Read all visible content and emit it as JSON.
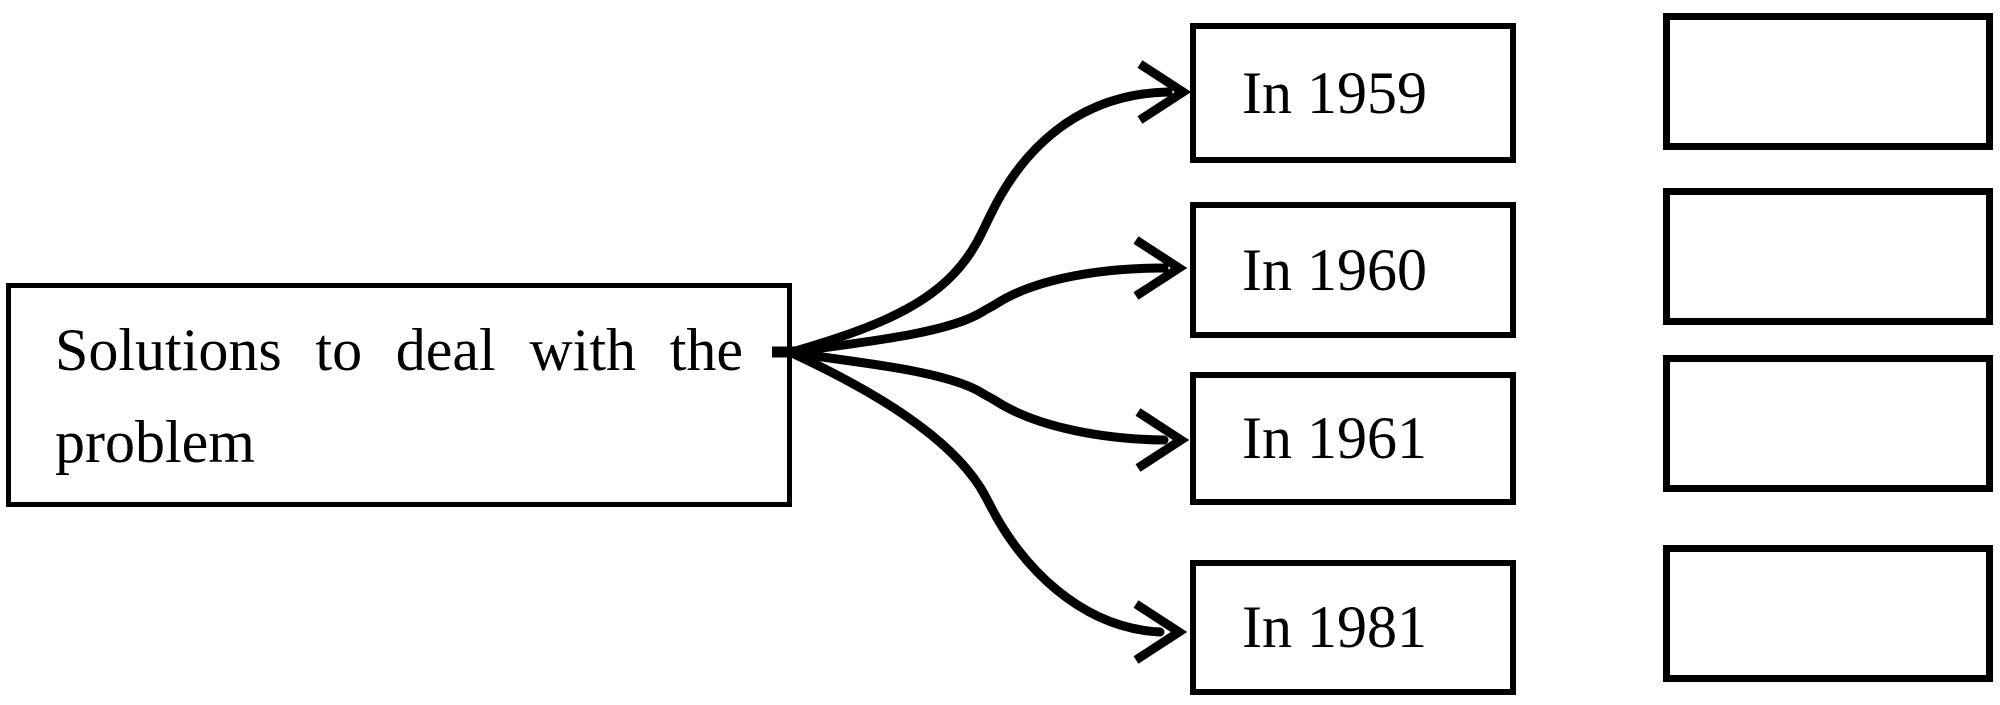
{
  "source_box": {
    "line1": "Solutions to deal with the",
    "line2": "problem",
    "text": "Solutions to deal with the problem"
  },
  "year_boxes": [
    {
      "label": "In 1959"
    },
    {
      "label": "In 1960"
    },
    {
      "label": "In 1961"
    },
    {
      "label": "In 1981"
    }
  ],
  "answer_boxes": [
    {
      "label": ""
    },
    {
      "label": ""
    },
    {
      "label": ""
    },
    {
      "label": ""
    }
  ],
  "colors": {
    "ink": "#000000",
    "background": "#ffffff"
  }
}
